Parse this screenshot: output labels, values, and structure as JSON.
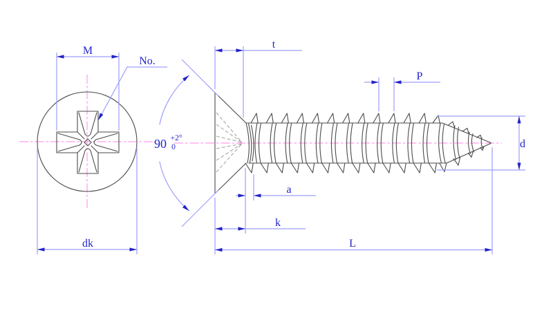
{
  "drawing": {
    "labels": {
      "recess_width": "M",
      "recess_number": "No.",
      "head_diameter": "dk",
      "recess_depth": "t",
      "thread_pitch": "P",
      "thread_runout": "a",
      "head_height": "k",
      "screw_length": "L",
      "thread_diameter": "d"
    },
    "angle": {
      "value": "90",
      "tol_upper": "+2°",
      "tol_lower": "0"
    },
    "colors": {
      "dimension": "#9d9dfc",
      "annotation": "#2222c8",
      "outline": "#4a4a4a",
      "hidden": "#9e9e9e",
      "centerline": "#ff85e8",
      "background": "#ffffff"
    }
  }
}
